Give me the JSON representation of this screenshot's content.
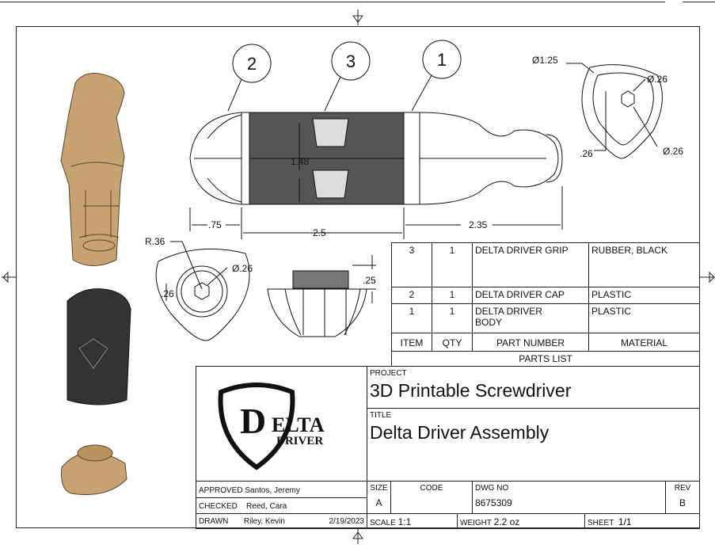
{
  "balloons": [
    "2",
    "3",
    "1"
  ],
  "dimensions": {
    "d_125": "Ø1.25",
    "d_26a": "Ø.26",
    "d_26b": "Ø.26",
    "d_26c": ".26",
    "len_148": "1.48",
    "len_75": ".75",
    "len_25": "2.5",
    "len_235": "2.35",
    "r_36": "R.36",
    "d_26d": "Ø.26",
    "d_26e": ".26",
    "h_25": ".25"
  },
  "parts_list": {
    "title": "PARTS LIST",
    "headers": [
      "ITEM",
      "QTY",
      "PART NUMBER",
      "MATERIAL"
    ],
    "rows": [
      {
        "item": "3",
        "qty": "1",
        "part": "DELTA DRIVER GRIP",
        "material": "RUBBER, BLACK"
      },
      {
        "item": "2",
        "qty": "1",
        "part": "DELTA DRIVER CAP",
        "material": "PLASTIC"
      },
      {
        "item": "1",
        "qty": "1",
        "part": "DELTA DRIVER BODY",
        "material": "PLASTIC"
      }
    ]
  },
  "title_block": {
    "logo_text": "DELTA DRIVER",
    "project_label": "PROJECT",
    "project": "3D Printable Screwdriver",
    "title_label": "TITLE",
    "title": "Delta Driver Assembly",
    "approved_label": "APPROVED",
    "approved": "Santos, Jeremy",
    "checked_label": "CHECKED",
    "checked": "Reed, Cara",
    "drawn_label": "DRAWN",
    "drawn": "Riley, Kevin",
    "date": "2/19/2023",
    "size_label": "SIZE",
    "size": "A",
    "code_label": "CODE",
    "dwg_label": "DWG NO",
    "dwg": "8675309",
    "rev_label": "REV",
    "rev": "B",
    "scale_label": "SCALE",
    "scale": "1:1",
    "weight_label": "WEIGHT",
    "weight": "2.2 oz",
    "sheet_label": "SHEET",
    "sheet": "1/1"
  },
  "colors": {
    "tan": "#c7a373",
    "dark": "#2a2a2a"
  }
}
